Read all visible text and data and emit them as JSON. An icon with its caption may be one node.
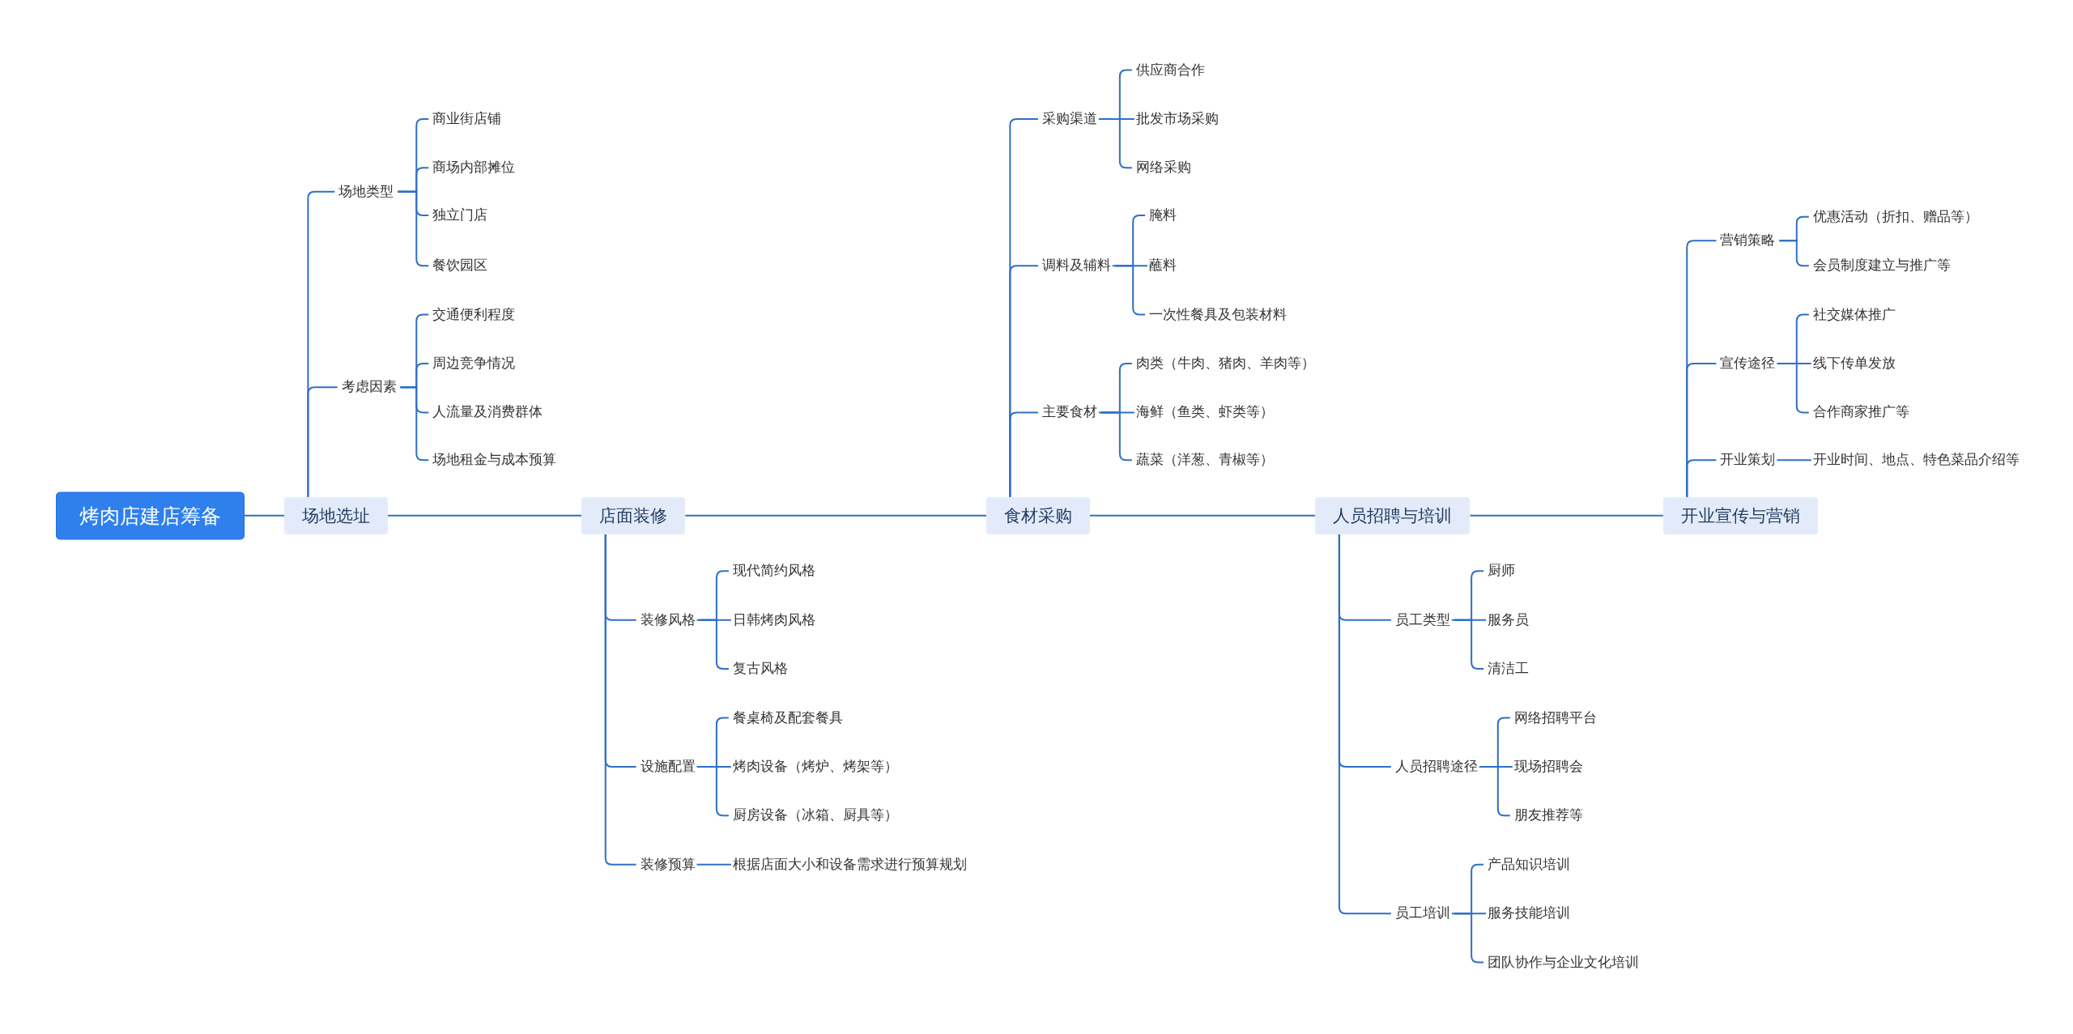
{
  "diagram": {
    "nodes": [
      {
        "text": [
          "烤肉店建店筹备"
        ]
      },
      {
        "text": [
          "场地选址"
        ]
      },
      {
        "text": [
          "场地类型"
        ]
      },
      {
        "text": [
          "商业街店铺"
        ]
      },
      {
        "text": [
          "商场内部摊位"
        ]
      },
      {
        "text": [
          "独立门店"
        ]
      },
      {
        "text": [
          "餐饮园区"
        ]
      },
      {
        "text": [
          "考虑因素"
        ]
      },
      {
        "text": [
          "交通便利程度"
        ]
      },
      {
        "text": [
          "周边竞争情况"
        ]
      },
      {
        "text": [
          "人流量及消费群体"
        ]
      },
      {
        "text": [
          "场地租金与成本预算"
        ]
      },
      {
        "text": [
          "店面装修"
        ]
      },
      {
        "text": [
          "装修风格"
        ]
      },
      {
        "text": [
          "现代简约风格"
        ]
      },
      {
        "text": [
          "日韩烤肉风格"
        ]
      },
      {
        "text": [
          "复古风格"
        ]
      },
      {
        "text": [
          "设施配置"
        ]
      },
      {
        "text": [
          "餐桌椅及配套餐具"
        ]
      },
      {
        "text": [
          "烤肉设备（烤炉、烤架等）"
        ]
      },
      {
        "text": [
          "厨房设备（冰箱、厨具等）"
        ]
      },
      {
        "text": [
          "装修预算"
        ]
      },
      {
        "text": [
          "根据店面大小和设备需求进行预算规划"
        ]
      },
      {
        "text": [
          "食材采购"
        ]
      },
      {
        "text": [
          "采购渠道"
        ]
      },
      {
        "text": [
          "供应商合作"
        ]
      },
      {
        "text": [
          "批发市场采购"
        ]
      },
      {
        "text": [
          "网络采购"
        ]
      },
      {
        "text": [
          "调料及辅料"
        ]
      },
      {
        "text": [
          "腌料"
        ]
      },
      {
        "text": [
          "蘸料"
        ]
      },
      {
        "text": [
          "一次性餐具及包装材料"
        ]
      },
      {
        "text": [
          "主要食材"
        ]
      },
      {
        "text": [
          "肉类（牛肉、猪肉、羊肉等）"
        ]
      },
      {
        "text": [
          "海鲜（鱼类、虾类等）"
        ]
      },
      {
        "text": [
          "蔬菜（洋葱、青椒等）"
        ]
      },
      {
        "text": [
          "人员招聘与培训"
        ]
      },
      {
        "text": [
          "员工类型"
        ]
      },
      {
        "text": [
          "厨师"
        ]
      },
      {
        "text": [
          "服务员"
        ]
      },
      {
        "text": [
          "清洁工"
        ]
      },
      {
        "text": [
          "人员招聘途径"
        ]
      },
      {
        "text": [
          "网络招聘平台"
        ]
      },
      {
        "text": [
          "现场招聘会"
        ]
      },
      {
        "text": [
          "朋友推荐等"
        ]
      },
      {
        "text": [
          "员工培训"
        ]
      },
      {
        "text": [
          "产品知识培训"
        ]
      },
      {
        "text": [
          "服务技能培训"
        ]
      },
      {
        "text": [
          "团队协作与企业文化培训"
        ]
      },
      {
        "text": [
          "开业宣传与营销"
        ]
      },
      {
        "text": [
          "营销策略"
        ]
      },
      {
        "text": [
          "优惠活动（折扣、赠品等）"
        ]
      },
      {
        "text": [
          "会员制度建立与推广等"
        ]
      },
      {
        "text": [
          "宣传途径"
        ]
      },
      {
        "text": [
          "社交媒体推广"
        ]
      },
      {
        "text": [
          "线下传单发放"
        ]
      },
      {
        "text": [
          "合作商家推广等"
        ]
      },
      {
        "text": [
          "开业策划"
        ]
      },
      {
        "text": [
          "开业时间、地点、特色菜品介绍等"
        ]
      }
    ],
    "edges": [
      {
        "from": 0,
        "to": 1,
        "arrow": "none"
      },
      {
        "from": 1,
        "to": 12,
        "arrow": "none"
      },
      {
        "from": 12,
        "to": 23,
        "arrow": "none"
      },
      {
        "from": 23,
        "to": 36,
        "arrow": "none"
      },
      {
        "from": 36,
        "to": 49,
        "arrow": "none"
      },
      {
        "from": 1,
        "to": 2,
        "arrow": "none"
      },
      {
        "from": 2,
        "to": 3,
        "arrow": "none"
      },
      {
        "from": 2,
        "to": 4,
        "arrow": "none"
      },
      {
        "from": 2,
        "to": 5,
        "arrow": "none"
      },
      {
        "from": 2,
        "to": 6,
        "arrow": "none"
      },
      {
        "from": 1,
        "to": 7,
        "arrow": "none"
      },
      {
        "from": 7,
        "to": 8,
        "arrow": "none"
      },
      {
        "from": 7,
        "to": 9,
        "arrow": "none"
      },
      {
        "from": 7,
        "to": 10,
        "arrow": "none"
      },
      {
        "from": 7,
        "to": 11,
        "arrow": "none"
      },
      {
        "from": 12,
        "to": 13,
        "arrow": "none"
      },
      {
        "from": 13,
        "to": 14,
        "arrow": "none"
      },
      {
        "from": 13,
        "to": 15,
        "arrow": "none"
      },
      {
        "from": 13,
        "to": 16,
        "arrow": "none"
      },
      {
        "from": 12,
        "to": 17,
        "arrow": "none"
      },
      {
        "from": 17,
        "to": 18,
        "arrow": "none"
      },
      {
        "from": 17,
        "to": 19,
        "arrow": "none"
      },
      {
        "from": 17,
        "to": 20,
        "arrow": "none"
      },
      {
        "from": 12,
        "to": 21,
        "arrow": "none"
      },
      {
        "from": 21,
        "to": 22,
        "arrow": "none"
      },
      {
        "from": 23,
        "to": 24,
        "arrow": "none"
      },
      {
        "from": 24,
        "to": 25,
        "arrow": "none"
      },
      {
        "from": 24,
        "to": 26,
        "arrow": "none"
      },
      {
        "from": 24,
        "to": 27,
        "arrow": "none"
      },
      {
        "from": 23,
        "to": 28,
        "arrow": "none"
      },
      {
        "from": 28,
        "to": 29,
        "arrow": "none"
      },
      {
        "from": 28,
        "to": 30,
        "arrow": "none"
      },
      {
        "from": 28,
        "to": 31,
        "arrow": "none"
      },
      {
        "from": 23,
        "to": 32,
        "arrow": "none"
      },
      {
        "from": 32,
        "to": 33,
        "arrow": "none"
      },
      {
        "from": 32,
        "to": 34,
        "arrow": "none"
      },
      {
        "from": 32,
        "to": 35,
        "arrow": "none"
      },
      {
        "from": 36,
        "to": 37,
        "arrow": "none"
      },
      {
        "from": 37,
        "to": 38,
        "arrow": "none"
      },
      {
        "from": 37,
        "to": 39,
        "arrow": "none"
      },
      {
        "from": 37,
        "to": 40,
        "arrow": "none"
      },
      {
        "from": 36,
        "to": 41,
        "arrow": "none"
      },
      {
        "from": 41,
        "to": 42,
        "arrow": "none"
      },
      {
        "from": 41,
        "to": 43,
        "arrow": "none"
      },
      {
        "from": 41,
        "to": 44,
        "arrow": "none"
      },
      {
        "from": 36,
        "to": 45,
        "arrow": "none"
      },
      {
        "from": 45,
        "to": 46,
        "arrow": "none"
      },
      {
        "from": 45,
        "to": 47,
        "arrow": "none"
      },
      {
        "from": 45,
        "to": 48,
        "arrow": "none"
      },
      {
        "from": 49,
        "to": 50,
        "arrow": "none"
      },
      {
        "from": 50,
        "to": 51,
        "arrow": "none"
      },
      {
        "from": 50,
        "to": 52,
        "arrow": "none"
      },
      {
        "from": 49,
        "to": 53,
        "arrow": "none"
      },
      {
        "from": 53,
        "to": 54,
        "arrow": "none"
      },
      {
        "from": 53,
        "to": 55,
        "arrow": "none"
      },
      {
        "from": 53,
        "to": 56,
        "arrow": "none"
      },
      {
        "from": 49,
        "to": 57,
        "arrow": "none"
      },
      {
        "from": 57,
        "to": 58,
        "arrow": "none"
      }
    ]
  }
}
